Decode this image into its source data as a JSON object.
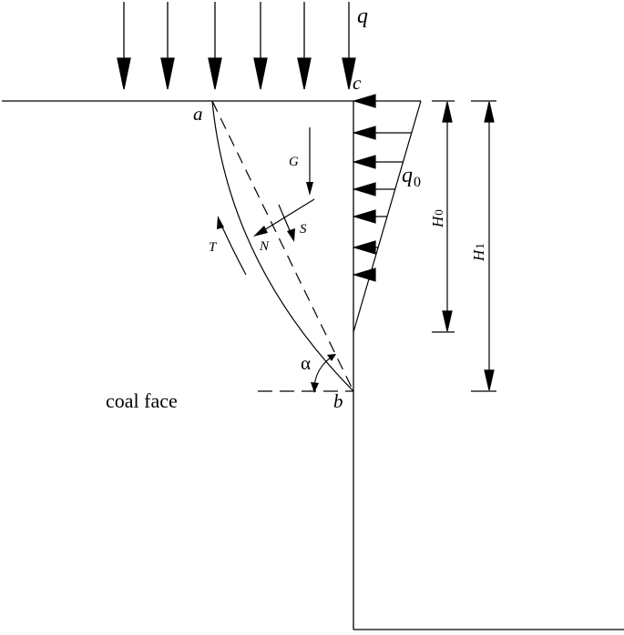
{
  "labels": {
    "q": "q",
    "c": "c",
    "a": "a",
    "b": "b",
    "G": "G",
    "S": "S",
    "N": "N",
    "T": "T",
    "q0_main": "q",
    "q0_sub": "0",
    "H0_main": "H",
    "H0_sub": "0",
    "H1_main": "H",
    "H1_sub": "1",
    "alpha": "α",
    "coal_face": "coal face"
  },
  "colors": {
    "stroke": "#000000",
    "background": "#ffffff"
  }
}
